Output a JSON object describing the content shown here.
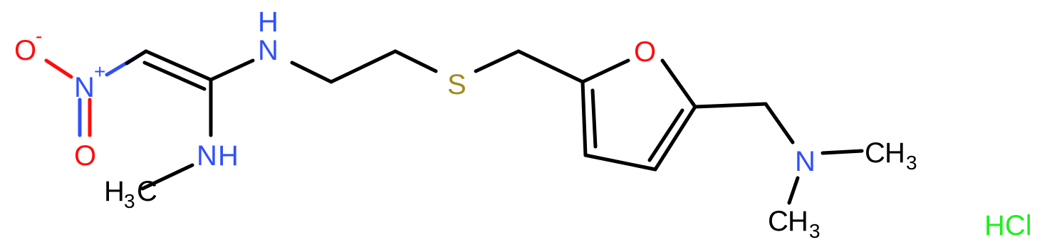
{
  "molecule": {
    "colors": {
      "carbon_bond": "#000000",
      "nitrogen": "#3050F8",
      "oxygen": "#FF0D0D",
      "sulfur": "#A08A20",
      "chlorine": "#1FF01F"
    },
    "atoms": {
      "nitro_oxide_O": "O",
      "nitro_oxide_charge": "-",
      "nitro_N": "N",
      "nitro_N_charge": "+",
      "nitro_double_O": "O",
      "amine_NH": "N",
      "amine_NH_H": "H",
      "methylamine_NH": "N",
      "methylamine_NH_H": "H",
      "methyl_H": "H",
      "methyl_sub": "3",
      "methyl_C": "C",
      "thioether_S": "S",
      "furan_O": "O",
      "dimethylamino_N": "N",
      "methyl2_C": "C",
      "methyl2_H": "H",
      "methyl2_sub": "3",
      "methyl3_C": "C",
      "methyl3_H": "H",
      "methyl3_sub": "3"
    },
    "salt": "HCl"
  }
}
